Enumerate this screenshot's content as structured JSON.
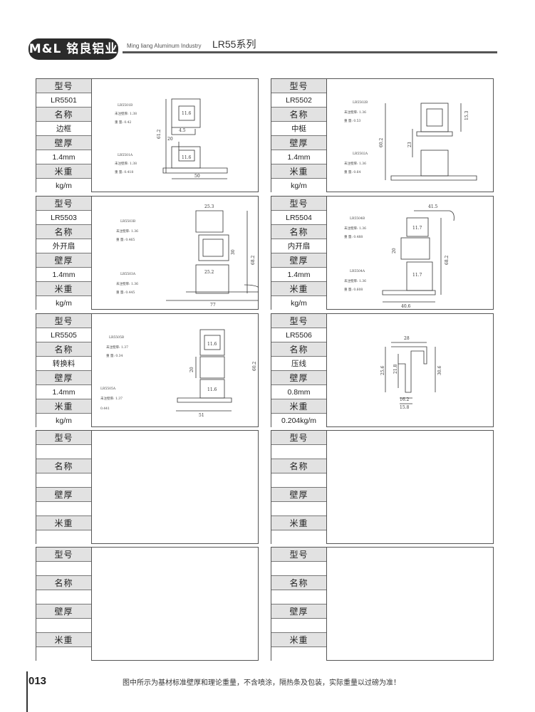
{
  "header": {
    "logo": "M&L 铭良铝业",
    "company_en": "Ming liang Aluminum Industry",
    "series": "LR55系列"
  },
  "labels": {
    "model": "型号",
    "name": "名称",
    "thickness": "壁厚",
    "weight": "米重"
  },
  "products": [
    {
      "model": "LR5501",
      "name": "边框",
      "thickness": "1.4mm",
      "weight": "kg/m",
      "parts": [
        {
          "code": "LR5501B",
          "wall": "未注壁厚: 1.38",
          "weight": "重 量: 0.42"
        },
        {
          "code": "LR5501A",
          "wall": "未注壁厚: 1.38",
          "weight": "重 量: 0.418"
        }
      ],
      "dims": [
        "11.6",
        "4.5",
        "20",
        "61.2",
        "11.6",
        "50"
      ]
    },
    {
      "model": "LR5502",
      "name": "中梃",
      "thickness": "1.4mm",
      "weight": "kg/m",
      "parts": [
        {
          "code": "LR5502B",
          "wall": "未注壁厚: 1.36",
          "weight": "重 量: 0.53"
        },
        {
          "code": "LR5502A",
          "wall": "未注壁厚: 1.36",
          "weight": "重 量: 0.64"
        }
      ],
      "dims": [
        "15.3",
        "60.2",
        "23"
      ]
    },
    {
      "model": "LR5503",
      "name": "外开扇",
      "thickness": "1.4mm",
      "weight": "kg/m",
      "parts": [
        {
          "code": "LR5503B",
          "wall": "未注壁厚: 1.36",
          "weight": "重 量: 0.465"
        },
        {
          "code": "LR5503A",
          "wall": "未注壁厚: 1.36",
          "weight": "重 量: 0.445"
        }
      ],
      "dims": [
        "25.3",
        "30",
        "68.2",
        "25.2",
        "77"
      ]
    },
    {
      "model": "LR5504",
      "name": "内开扇",
      "thickness": "1.4mm",
      "weight": "kg/m",
      "parts": [
        {
          "code": "LR5504B",
          "wall": "未注壁厚: 1.36",
          "weight": "重 量: 0.488"
        },
        {
          "code": "LR5504A",
          "wall": "未注壁厚: 1.36",
          "weight": "重 量: 0.608"
        }
      ],
      "dims": [
        "41.5",
        "11.7",
        "20",
        "68.2",
        "11.7",
        "40.6"
      ]
    },
    {
      "model": "LR5505",
      "name": "转换料",
      "thickness": "1.4mm",
      "weight": "kg/m",
      "parts": [
        {
          "code": "LR5505B",
          "wall": "未注壁厚: 1.37",
          "weight": "重 量: 0.34"
        },
        {
          "code": "LR5505A",
          "wall": "未注壁厚: 1.37",
          "weight": "0.441"
        }
      ],
      "dims": [
        "11.6",
        "20",
        "60.2",
        "11.6",
        "51"
      ]
    },
    {
      "model": "LR5506",
      "name": "压线",
      "thickness": "0.8mm",
      "weight": "0.204kg/m",
      "parts": [],
      "dims": [
        "28",
        "25.6",
        "21.8",
        "30.6",
        "16.2",
        "15.8"
      ]
    },
    {
      "model": "",
      "name": "",
      "thickness": "",
      "weight": "",
      "parts": [],
      "dims": []
    },
    {
      "model": "",
      "name": "",
      "thickness": "",
      "weight": "",
      "parts": [],
      "dims": []
    },
    {
      "model": "",
      "name": "",
      "thickness": "",
      "weight": "",
      "parts": [],
      "dims": []
    },
    {
      "model": "",
      "name": "",
      "thickness": "",
      "weight": "",
      "parts": [],
      "dims": []
    }
  ],
  "footer": {
    "page": "013",
    "note": "图中所示为基材标准壁厚和理论重量，不含喷涂，隔热条及包装，实际重量以过磅为准！"
  }
}
